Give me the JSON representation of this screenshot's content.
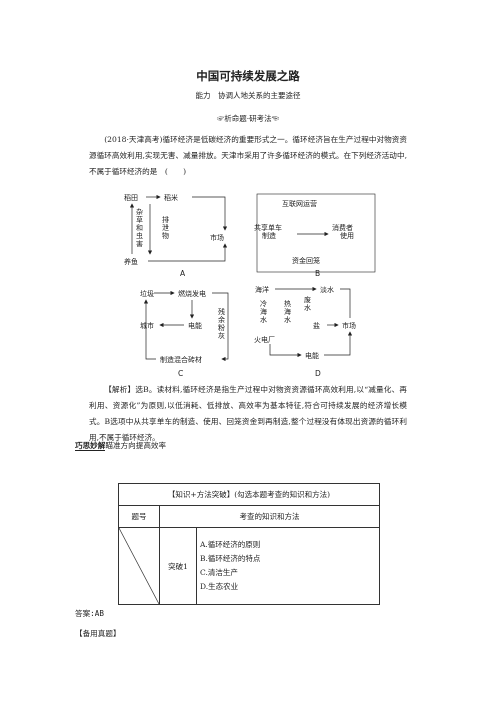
{
  "title": "中国可持续发展之路",
  "subtitle": "能力　协调人地关系的主要途径",
  "section_label": "☞析命题·研考法☜",
  "question": "(2018·天津高考)循环经济是低碳经济的重要形式之一。循环经济旨在生产过程中对物资资源循环高效利用,实现无害、减量排放。天津市采用了许多循环经济的模式。在下列经济活动中,不属于循环经济的是　(　　)",
  "diagrams": {
    "A": {
      "label": "A",
      "nodes": [
        "稻田",
        "稻米",
        "市场",
        "养鱼"
      ],
      "vertical": [
        "杂草和虫害",
        "排泄物"
      ]
    },
    "B": {
      "label": "B",
      "nodes": [
        "互联网运营",
        "共享单车制造",
        "消费者使用",
        "资金回笼"
      ]
    },
    "C": {
      "label": "C",
      "nodes": [
        "垃圾",
        "燃烧发电",
        "城市",
        "电能",
        "制造混合砖材"
      ],
      "vertical": [
        "残余粉灰"
      ]
    },
    "D": {
      "label": "D",
      "nodes": [
        "海洋",
        "淡水",
        "盐",
        "市场",
        "火电厂",
        "电能"
      ],
      "vertical": [
        "冷海水",
        "热海水",
        "废水"
      ]
    }
  },
  "analysis": "【解析】选B。读材料,循环经济是指生产过程中对物资资源循环高效利用,以“减量化、再利用、资源化”为原则,以低消耗、低排放、高效率为基本特征,符合可持续发展的经济增长模式。B选项中从共享单车的制造、使用、回笼资金到再制造,整个过程没有体现出资源的循环利用,不属于循环经济。",
  "tip_label": "巧思妙解",
  "tip_text": "瞄准方向提高效率",
  "table": {
    "header": "【知识+方法突破】(勾选本题考查的知识和方法)",
    "col1": "题号",
    "col2": "考查的知识和方法",
    "row_label": "突破1",
    "options": [
      "A.循环经济的原则",
      "B.循环经济的特点",
      "C.清洁生产",
      "D.生态农业"
    ]
  },
  "answer": "答案:AB",
  "backup": "【备用真题】"
}
